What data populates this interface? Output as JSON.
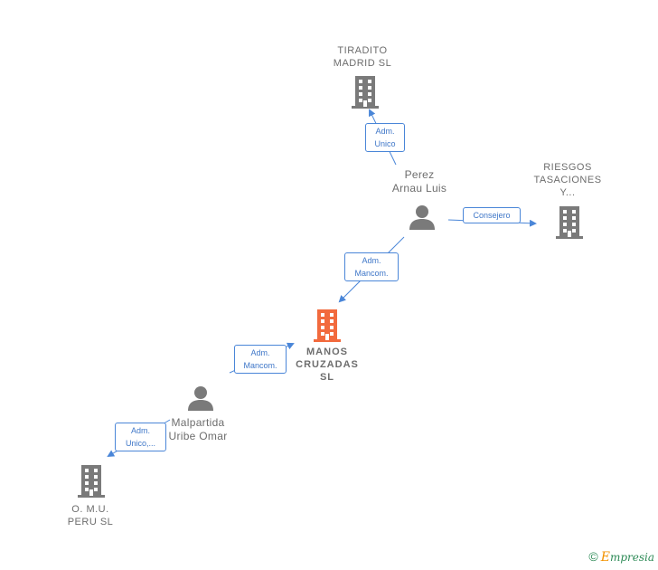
{
  "nodes": {
    "tiradito": {
      "lines": [
        "TIRADITO",
        "MADRID  SL"
      ],
      "kind": "company"
    },
    "riesgos": {
      "lines": [
        "RIESGOS",
        "TASACIONES",
        "Y..."
      ],
      "kind": "company"
    },
    "perez": {
      "lines": [
        "Perez",
        "Arnau Luis"
      ],
      "kind": "person"
    },
    "manos": {
      "lines": [
        "MANOS",
        "CRUZADAS",
        "SL"
      ],
      "kind": "company",
      "focus": true
    },
    "malpartida": {
      "lines": [
        "Malpartida",
        "Uribe Omar"
      ],
      "kind": "person"
    },
    "omu": {
      "lines": [
        "O. M.U.",
        "PERU  SL"
      ],
      "kind": "company"
    }
  },
  "edges": {
    "perez_tiradito": {
      "lines": [
        "Adm.",
        "Unico"
      ]
    },
    "perez_riesgos": {
      "lines": [
        "Consejero"
      ]
    },
    "perez_manos": {
      "lines": [
        "Adm.",
        "Mancom."
      ]
    },
    "malpartida_manos": {
      "lines": [
        "Adm.",
        "Mancom."
      ]
    },
    "malpartida_omu": {
      "lines": [
        "Adm.",
        "Unico,..."
      ]
    }
  },
  "footer": {
    "copyright": "©",
    "brand_initial": "E",
    "brand_rest": "mpresia"
  },
  "colors": {
    "edge": "#4a86d8",
    "company_icon": "#7a7a7a",
    "focus_icon": "#f26a3d",
    "person_icon": "#7a7a7a",
    "label_text": "#6d6d6d"
  }
}
